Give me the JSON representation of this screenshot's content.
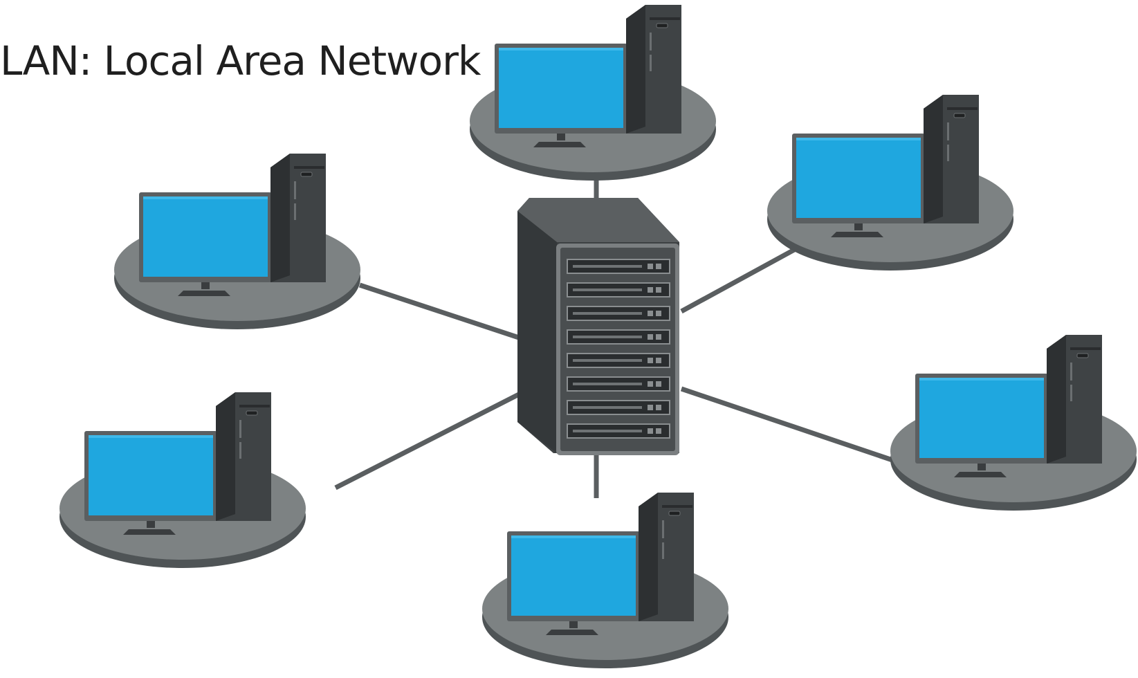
{
  "title": "LAN: Local Area Network",
  "colors": {
    "background": "#ffffff",
    "platform_top": "#7d8283",
    "platform_side": "#555a5c",
    "screen": "#1fa7df",
    "bezel": "#5b5f61",
    "tower": "#3f4345",
    "server": "#4a4e50",
    "connector": "#5a5e60"
  },
  "nodes": [
    {
      "id": "workstation-top",
      "icon": "desktop-computer-icon"
    },
    {
      "id": "workstation-upper-right",
      "icon": "desktop-computer-icon"
    },
    {
      "id": "workstation-upper-left",
      "icon": "desktop-computer-icon"
    },
    {
      "id": "workstation-lower-left",
      "icon": "desktop-computer-icon"
    },
    {
      "id": "workstation-lower-right",
      "icon": "desktop-computer-icon"
    },
    {
      "id": "workstation-bottom",
      "icon": "desktop-computer-icon"
    }
  ],
  "hub": {
    "id": "server",
    "icon": "server-rack-icon",
    "drive_bays": 8
  }
}
